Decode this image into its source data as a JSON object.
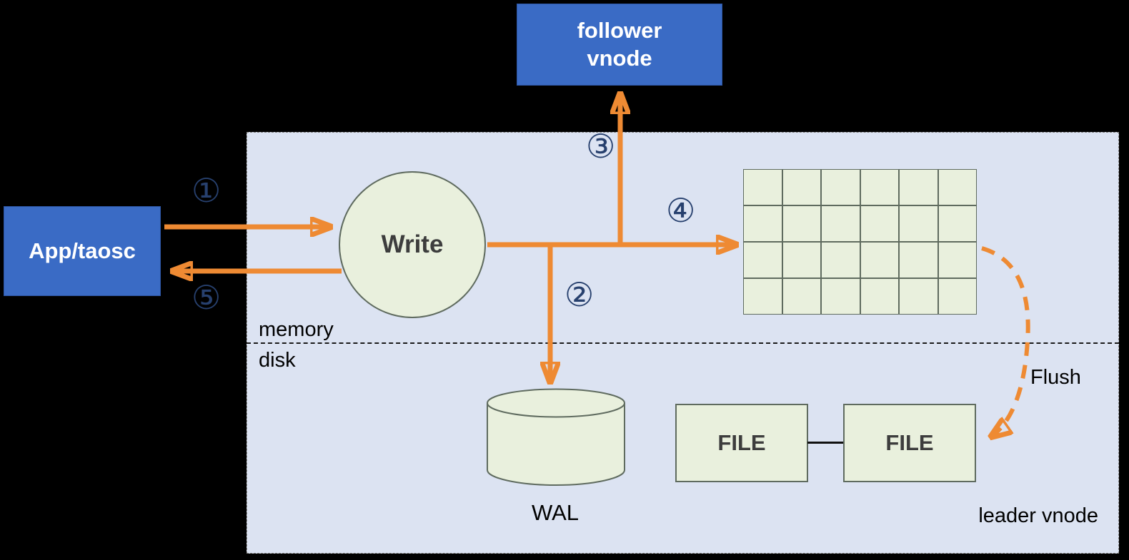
{
  "diagram": {
    "panel": {
      "label": "leader vnode"
    },
    "nodes": {
      "app": {
        "label": "App/taosc"
      },
      "follower": {
        "label": "follower\nvnode"
      },
      "write": {
        "label": "Write"
      },
      "wal": {
        "label": "WAL"
      },
      "file1": {
        "label": "FILE"
      },
      "file2": {
        "label": "FILE"
      }
    },
    "zones": {
      "memory": "memory",
      "disk": "disk"
    },
    "steps": {
      "s1": "①",
      "s2": "②",
      "s3": "③",
      "s4": "④",
      "s5": "⑤"
    },
    "flush": {
      "label": "Flush"
    },
    "memtable": {
      "rows": 4,
      "cols": 6
    },
    "colors": {
      "background": "#000000",
      "panel_fill": "#dce3f2",
      "node_blue": "#3a6bc5",
      "node_green": "#e9f0dd",
      "arrow_orange": "#ee8a33",
      "step_navy": "#27406e"
    }
  }
}
